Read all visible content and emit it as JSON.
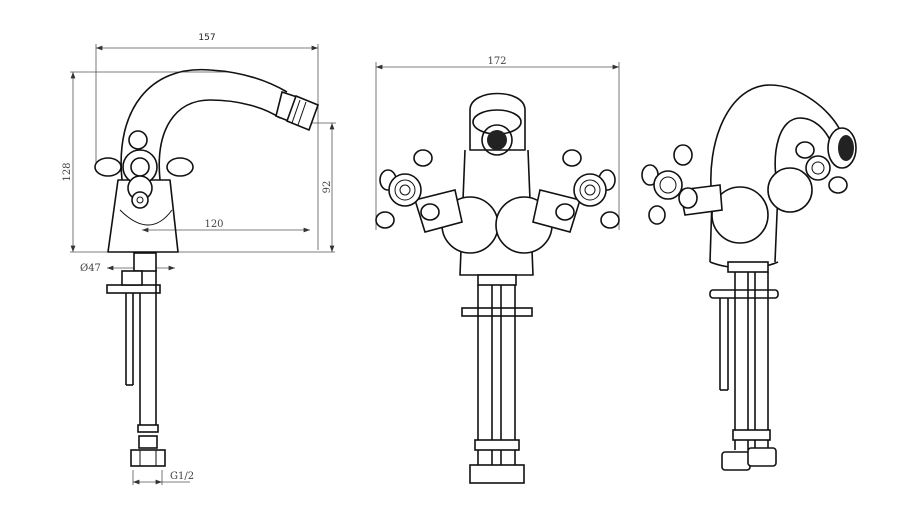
{
  "title": "Bidet mixer technical drawing",
  "views": {
    "side": {
      "dimensions": {
        "overall_width": "157",
        "overall_height": "128",
        "spout_height": "92",
        "spout_reach": "120",
        "base_diameter": "Ø47",
        "thread": "G1/2"
      }
    },
    "front": {
      "dimensions": {
        "handle_span": "172"
      }
    },
    "perspective": {}
  },
  "colors": {
    "line": "#111111",
    "dimension": "#555555"
  }
}
